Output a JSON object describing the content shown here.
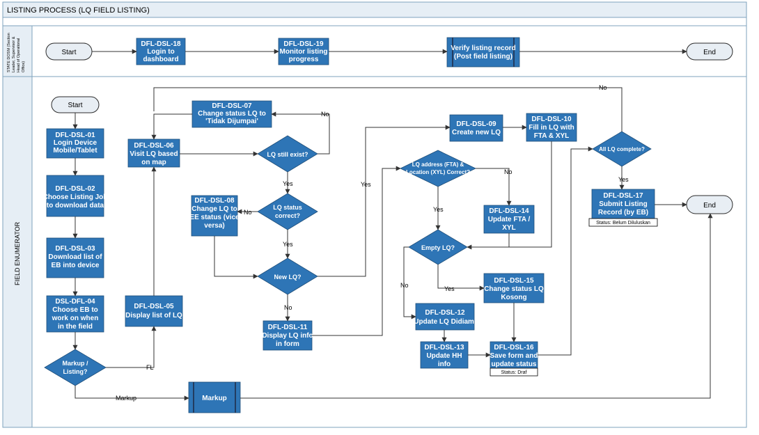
{
  "title": "LISTING PROCESS (LQ FIELD LISTING)",
  "lanes": {
    "top": [
      "STATE DOSM (Section",
      "Leader, Supervisor &",
      "Head of Operational",
      "Office)"
    ],
    "bottom": "FIELD ENUMERATOR"
  },
  "top_lane": {
    "start": "Start",
    "dsl18": [
      "DFL-DSL-18",
      "Login to",
      "dashboard"
    ],
    "dsl19": [
      "DFL-DSL-19",
      "Monitor listing",
      "progress"
    ],
    "verify": [
      "Verify listing record",
      "(Post field listing)"
    ],
    "end": "End"
  },
  "field": {
    "start": "Start",
    "end": "End",
    "dsl01": [
      "DFL-DSL-01",
      "Login Device",
      "Mobile/Tablet"
    ],
    "dsl02": [
      "DFL-DSL-02",
      "Choose Listing Job",
      "to download data"
    ],
    "dsl03": [
      "DFL-DSL-03",
      "Download list of",
      "EB into device"
    ],
    "dsl04": [
      "DSL-DFL-04",
      "Choose EB to",
      "work on when",
      "in the field"
    ],
    "dsl05": [
      "DFL-DSL-05",
      "Display list of LQ"
    ],
    "dsl06": [
      "DFL-DSL-06",
      "Visit LQ based",
      "on map"
    ],
    "dsl07": [
      "DFL-DSL-07",
      "Change status LQ  to",
      "'Tidak Dijumpai'"
    ],
    "dsl08": [
      "DFL-DSL-08",
      "Change LQ to",
      "EE status (vice",
      "versa)"
    ],
    "dsl09": [
      "DFL-DSL-09",
      "Create new LQ"
    ],
    "dsl10": [
      "DFL-DSL-10",
      "Fill in LQ with",
      "FTA & XYL"
    ],
    "dsl11": [
      "DFL-DSL-11",
      "Display LQ info",
      "in form"
    ],
    "dsl12": [
      "DFL-DSL-12",
      "Update LQ Didiami"
    ],
    "dsl13": [
      "DFL-DSL-13",
      "Update HH",
      "info"
    ],
    "dsl14": [
      "DFL-DSL-14",
      "Update FTA /",
      "XYL"
    ],
    "dsl15": [
      "DFL-DSL-15",
      "Change status LQ",
      "Kosong"
    ],
    "dsl16": [
      "DFL-DSL-16",
      "Save form and",
      "update status"
    ],
    "dsl17": [
      "DFL-DSL-17",
      "Submit Listing",
      "Record (by EB)"
    ],
    "markup_process": "Markup",
    "status_draf": "Status: Draf",
    "status_belum": "Status: Belum Diluluskan"
  },
  "decisions": {
    "markup_listing": [
      "Markup /",
      "Listing?"
    ],
    "lq_exist": "LQ still exist?",
    "lq_status": [
      "LQ status",
      "correct?"
    ],
    "new_lq": "New LQ?",
    "lq_address": [
      "LQ address (FTA) &",
      "Location (XYL) Correct?"
    ],
    "empty_lq": "Empty LQ?",
    "all_complete": "All LQ complete?"
  },
  "edge_labels": {
    "yes": "Yes",
    "no": "No",
    "fl": "FL",
    "markup": "Markup"
  }
}
